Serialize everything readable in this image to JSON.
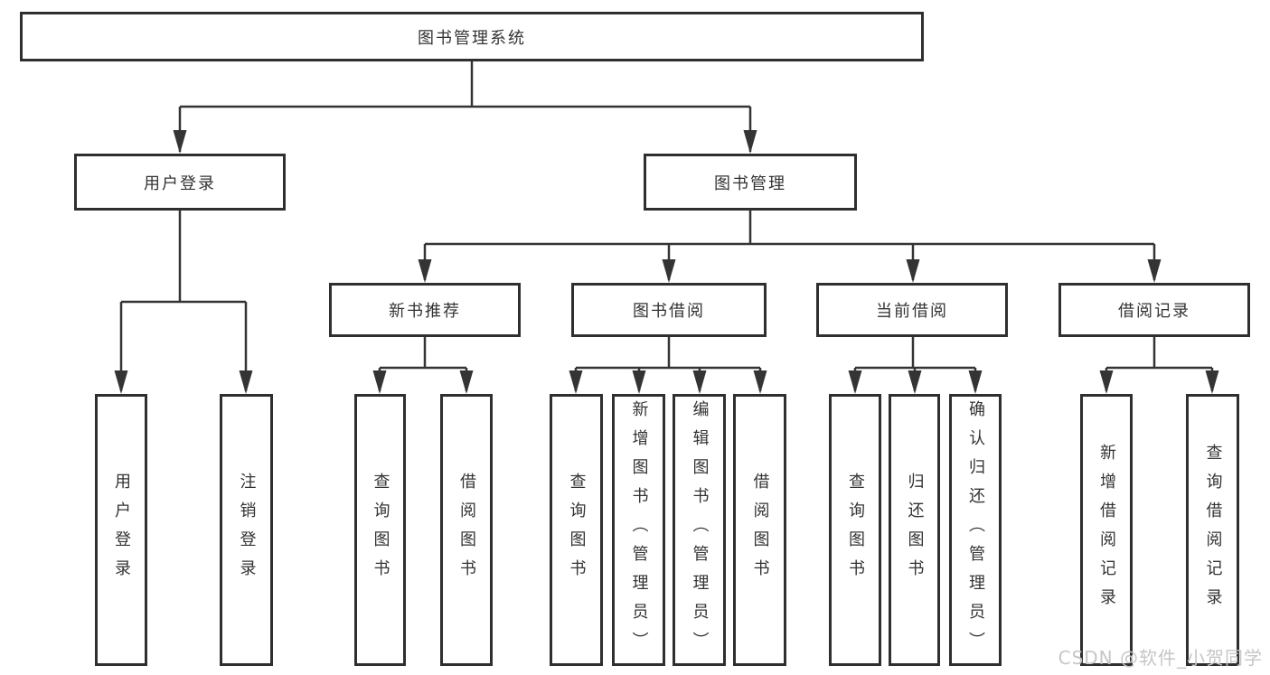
{
  "tree": {
    "root": {
      "label": "图书管理系统"
    },
    "user_login_branch": {
      "label": "用户登录",
      "children": [
        {
          "label": "用户登录"
        },
        {
          "label": "注销登录"
        }
      ]
    },
    "book_mgmt_branch": {
      "label": "图书管理",
      "groups": [
        {
          "label": "新书推荐",
          "children": [
            {
              "label": "查询图书"
            },
            {
              "label": "借阅图书"
            }
          ]
        },
        {
          "label": "图书借阅",
          "children": [
            {
              "label": "查询图书"
            },
            {
              "label": "新增图书（管理员）"
            },
            {
              "label": "编辑图书（管理员）"
            },
            {
              "label": "借阅图书"
            }
          ]
        },
        {
          "label": "当前借阅",
          "children": [
            {
              "label": "查询图书"
            },
            {
              "label": "归还图书"
            },
            {
              "label": "确认归还（管理员）"
            }
          ]
        },
        {
          "label": "借阅记录",
          "children": [
            {
              "label": "新增借阅记录"
            },
            {
              "label": "查询借阅记录"
            }
          ]
        }
      ]
    }
  },
  "watermark": {
    "text": "CSDN @软件_小贺同学"
  },
  "colors": {
    "line": "#343434",
    "box_border": "#2f2f2f",
    "text": "#333333",
    "watermark": "#c6c6c6",
    "background": "#ffffff"
  }
}
